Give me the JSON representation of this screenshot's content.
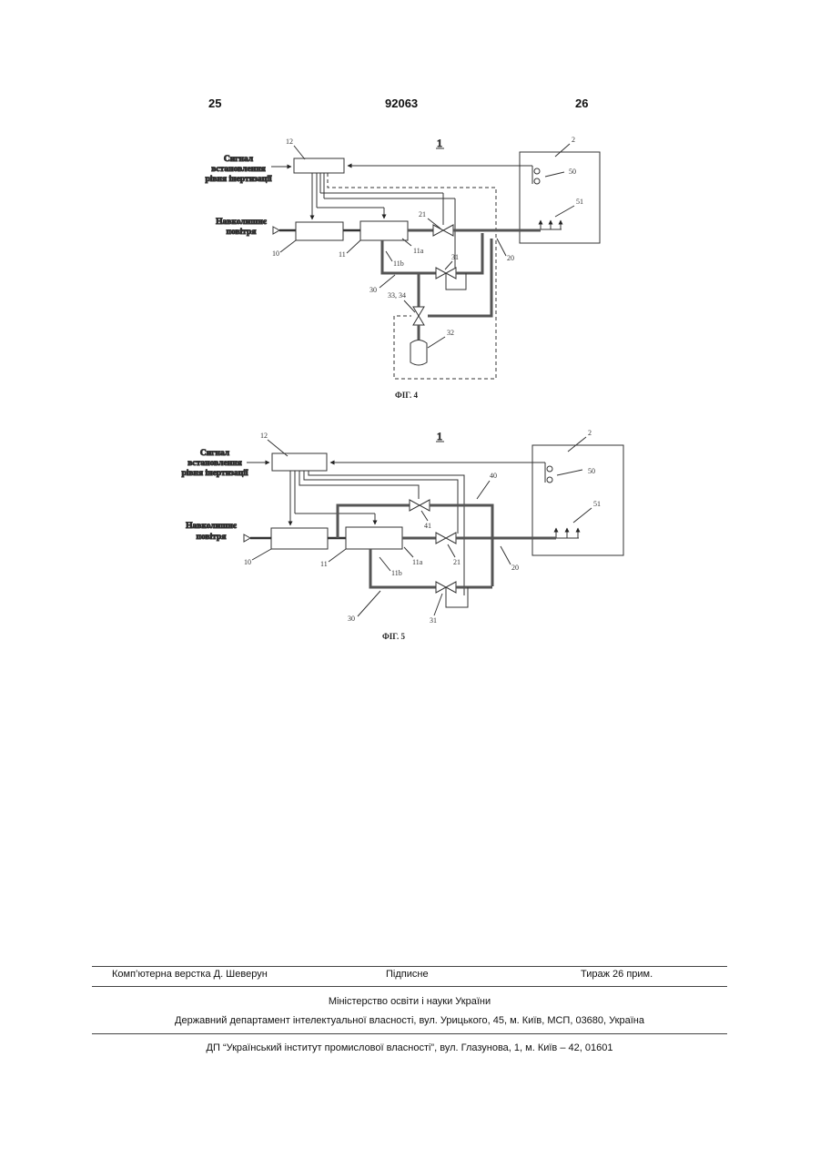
{
  "header": {
    "left_page": "25",
    "patent_number": "92063",
    "right_page": "26"
  },
  "fig4": {
    "system_label": "1",
    "signal_label": [
      "Сигнал",
      "встановлення",
      "рівня інертизації"
    ],
    "ambient_label": [
      "Навколишнє",
      "повітря"
    ],
    "refs": {
      "r12": "12",
      "r2": "2",
      "r50": "50",
      "r51": "51",
      "r21": "21",
      "r10": "10",
      "r11": "11",
      "r11a": "11a",
      "r11b": "11b",
      "r31": "31",
      "r30": "30",
      "r20": "20",
      "r3334": "33, 34",
      "r32": "32"
    },
    "caption": "ФІГ. 4"
  },
  "fig5": {
    "system_label": "1",
    "signal_label": [
      "Сигнал",
      "встановлення",
      "рівня інертизації"
    ],
    "ambient_label": [
      "Навколишнє",
      "повітря"
    ],
    "refs": {
      "r12": "12",
      "r2": "2",
      "r50": "50",
      "r51": "51",
      "r40": "40",
      "r41": "41",
      "r21": "21",
      "r10": "10",
      "r11": "11",
      "r11a": "11a",
      "r11b": "11b",
      "r20": "20",
      "r30": "30",
      "r31": "31"
    },
    "caption": "ФІГ. 5"
  },
  "footer": {
    "layout": "Комп’ютерна верстка Д. Шеверун",
    "signed": "Підписне",
    "circulation": "Тираж 26 прим.",
    "ministry": "Міністерство освіти і науки України",
    "department": "Державний департамент інтелектуальної власності, вул. Урицького, 45, м. Київ, МСП, 03680, Україна",
    "institute": "ДП “Український інститут промислової власності”, вул. Глазунова, 1, м. Київ – 42, 01601"
  }
}
